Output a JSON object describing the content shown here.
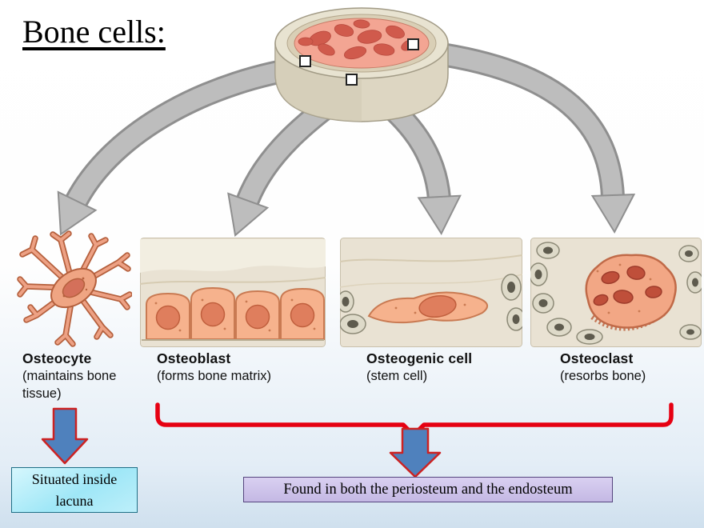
{
  "title": "Bone cells:",
  "cells": [
    {
      "name": "Osteocyte",
      "desc": "(maintains bone tissue)"
    },
    {
      "name": "Osteoblast",
      "desc": "(forms bone matrix)"
    },
    {
      "name": "Osteogenic cell",
      "desc": "(stem cell)"
    },
    {
      "name": "Osteoclast",
      "desc": "(resorbs bone)"
    }
  ],
  "callouts": {
    "lacuna": "Situated inside lacuna",
    "membranes": "Found in both the periosteum and the endosteum"
  },
  "colors": {
    "bracket_red": "#e60012",
    "block_arrow_blue": "#4f81bd",
    "block_arrow_outline_red": "#cc2222",
    "gray_arrow": "#bdbdbd",
    "bone_marrow_pink": "#f3a593",
    "trabecula_red": "#d05a4c",
    "cell_body_salmon": "#f6b28d",
    "cell_outline": "#c97a52",
    "lacuna_box_bg": "#9fe7f7",
    "membranes_box_bg": "#c4b8e4"
  }
}
